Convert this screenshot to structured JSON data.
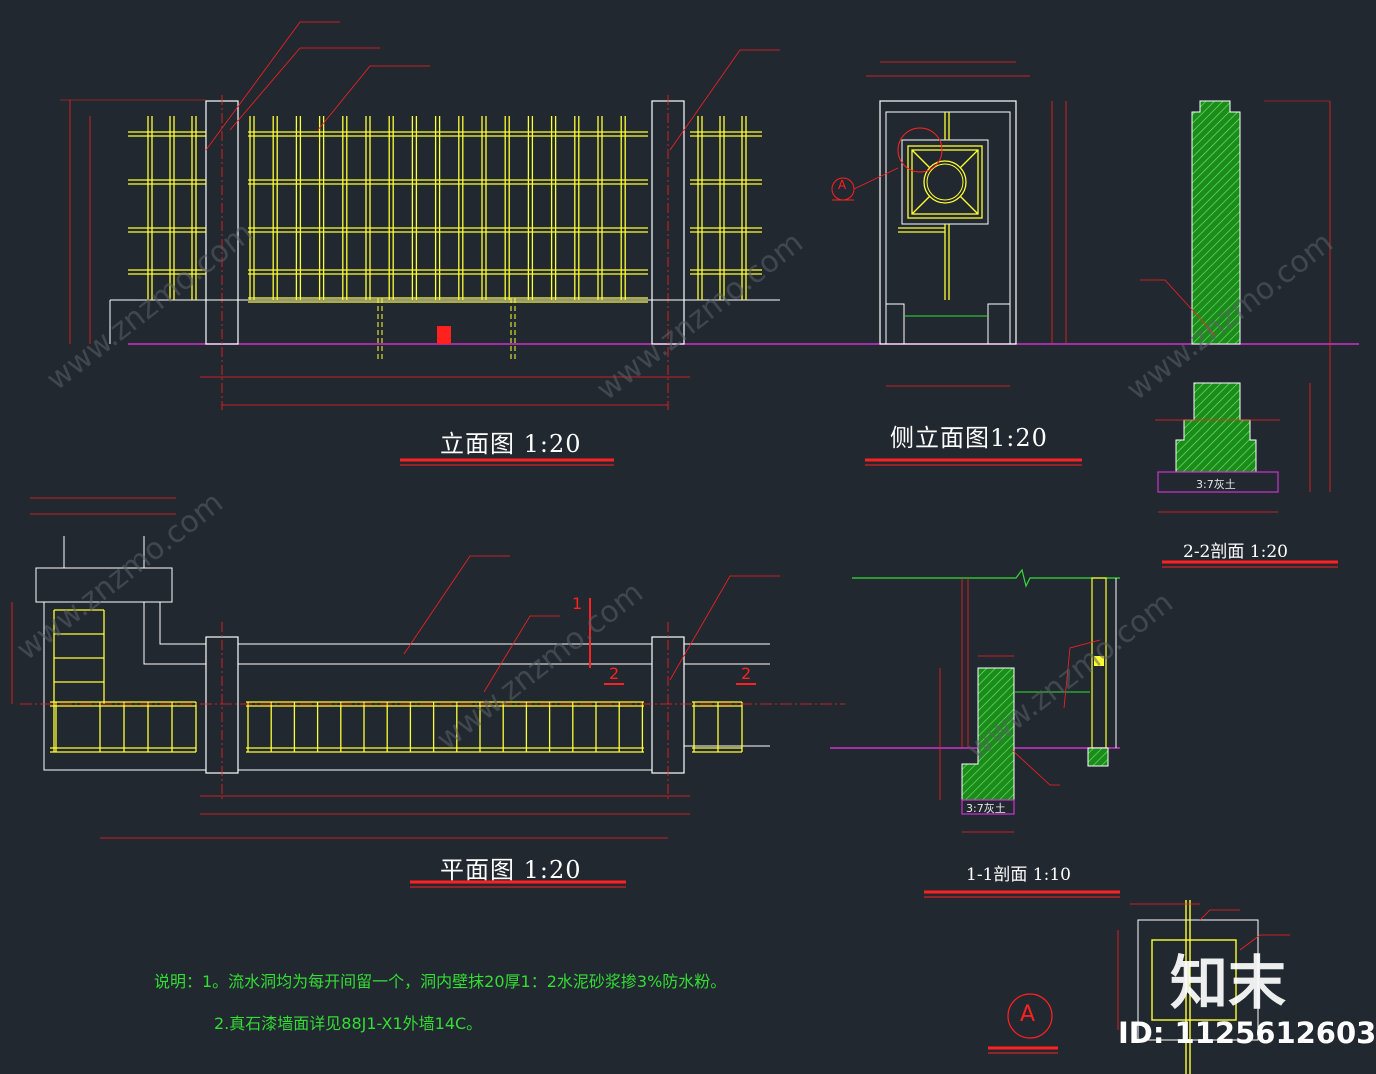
{
  "titles": {
    "elevation": "立面图   1:20",
    "side_elevation": "侧立面图1:20",
    "plan": "平面图   1:20",
    "section_22": "2-2剖面   1:20",
    "section_11": "1-1剖面   1:10"
  },
  "notes": {
    "line1": "说明：1。流水洞均为每开间留一个，洞内壁抹20厚1：2水泥砂浆掺3%防水粉。",
    "line2": "2.真石漆墙面详见88J1-X1外墙14C。"
  },
  "markers": {
    "detail_a": "A",
    "section_1": "1",
    "section_2_left": "2",
    "section_2_right": "2"
  },
  "fill_labels": {
    "lime_soil_22": "3:7灰土",
    "lime_soil_11": "3:7灰土"
  },
  "watermark": {
    "logo": "知末",
    "id": "ID: 1125612603",
    "diagonal": "www.znzmo.com"
  },
  "colors": {
    "background": "#212830",
    "fence": "#ffff33",
    "dimension": "#ff2020",
    "outline": "#ffffff",
    "ground": "#cc33cc",
    "hatch": "#33dd33",
    "note": "#33dd33"
  }
}
